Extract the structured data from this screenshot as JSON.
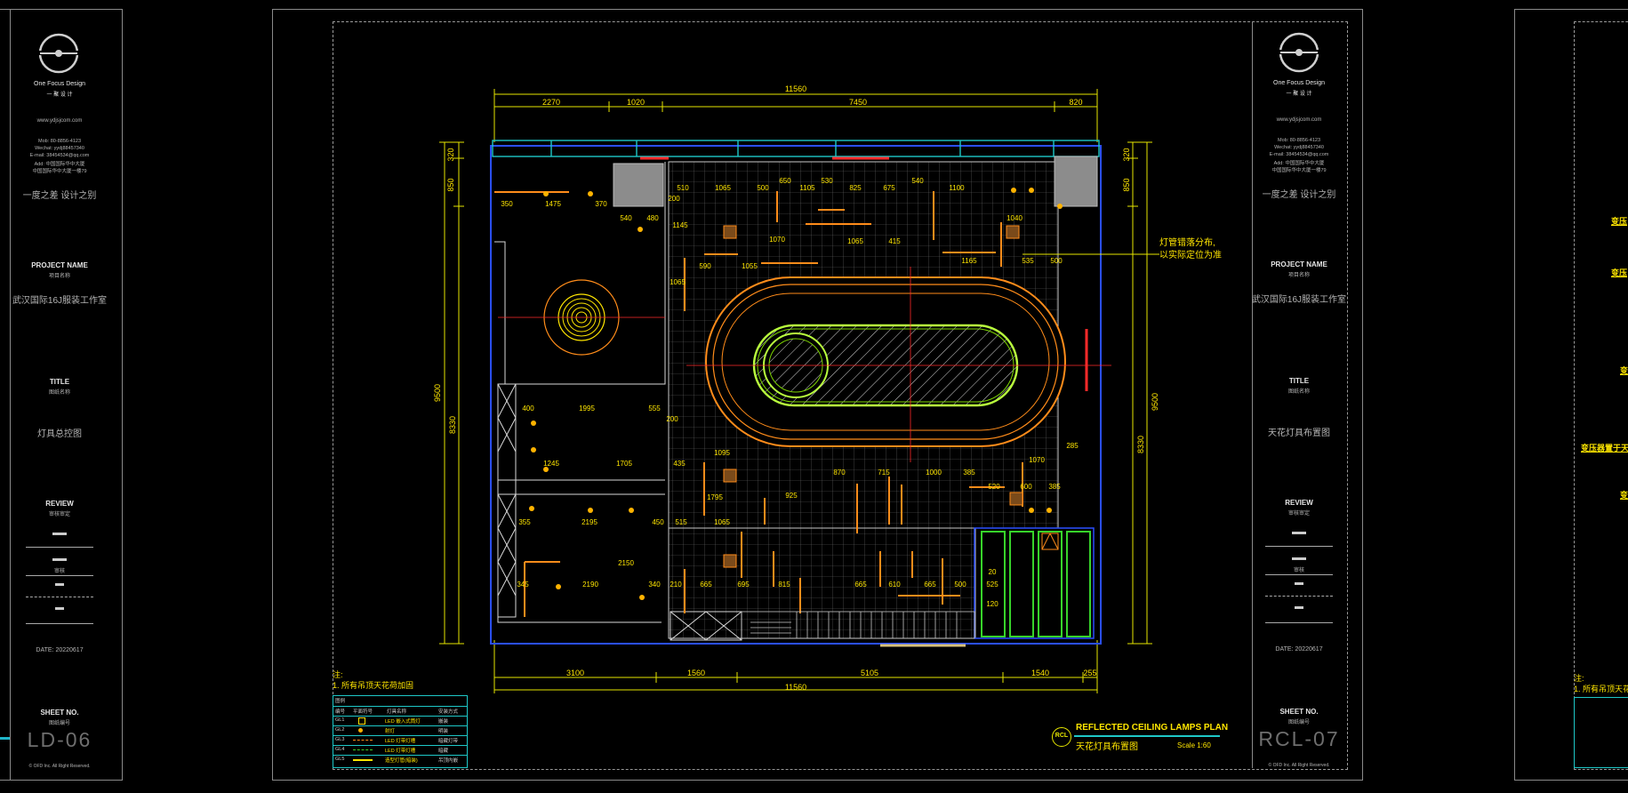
{
  "left_sheet": {
    "brand_en": "One Focus Design",
    "brand_cn": "一 聚 设 计",
    "website": "www.ydjsjcom.com",
    "contact_lines": [
      "Mob: 80-8856-4123",
      "Wechat: yydj88457340",
      "E-mail: 38454534@qq.com",
      "Add: 中国国际华中大厦",
      "中国国际华中大厦一楼79"
    ],
    "slogan": "一度之差  设计之别",
    "project_name_en": "PROJECT NAME",
    "project_name_cn": "项目名称",
    "project_value": "武汉国际16J服装工作室",
    "title_en": "TITLE",
    "title_cn": "图纸名称",
    "title_value": "灯具总控图",
    "review_en": "REVIEW",
    "review_cn": "审核审定",
    "review_mark": "审核",
    "date": "DATE:  20220617",
    "sheet_no_en": "SHEET NO.",
    "sheet_no_cn": "图纸编号",
    "sheet_no": "LD-06",
    "copyright": "© OFD Inc. All Right Reserved."
  },
  "main_sheet": {
    "brand_en": "One Focus Design",
    "brand_cn": "一 聚 设 计",
    "website": "www.ydjsjcom.com",
    "contact_lines": [
      "Mob: 80-8856-4123",
      "Wechat: yydj88457340",
      "E-mail: 38454534@qq.com",
      "Add: 中国国际华中大厦",
      "中国国际华中大厦一楼79"
    ],
    "slogan": "一度之差  设计之别",
    "project_name_en": "PROJECT NAME",
    "project_name_cn": "项目名称",
    "project_value": "武汉国际16J服装工作室",
    "title_en": "TITLE",
    "title_cn": "图纸名称",
    "title_value": "天花灯具布置图",
    "review_en": "REVIEW",
    "review_cn": "审核审定",
    "review_mark": "审核",
    "date": "DATE:  20220617",
    "sheet_no_en": "SHEET NO.",
    "sheet_no_cn": "图纸编号",
    "sheet_no": "RCL-07",
    "copyright": "© OFD Inc. All Right Reserved.",
    "note_title": "注:",
    "note_1": "1. 所有吊顶天花荷加固",
    "legend_title": "图例",
    "legend_header": [
      "编号",
      "平面符号",
      "灯具名称",
      "安装方式"
    ],
    "legend_rows": [
      [
        "GL1",
        "LED 嵌入式筒灯",
        "嵌装"
      ],
      [
        "GL2",
        "射灯",
        "明装"
      ],
      [
        "GL3",
        "LED 灯带灯槽",
        "暗藏灯带"
      ],
      [
        "GL4",
        "LED 灯带灯槽",
        "暗藏"
      ],
      [
        "GL5",
        "造型灯管(暗装)",
        "吊顶内嵌"
      ]
    ],
    "plan_title_en": "REFLECTED CEILING LAMPS PLAN",
    "plan_title_cn": "天花灯具布置图",
    "plan_scale": "Scale 1:60",
    "plan_badge": "RCL",
    "annotation": [
      "灯管错落分布,",
      "以实际定位为准"
    ],
    "dims_top_total": "11560",
    "dims_top": [
      "2270",
      "1020",
      "7450",
      "820"
    ],
    "dims_bottom": [
      "3100",
      "1560",
      "5105",
      "1540",
      "255"
    ],
    "dims_bottom_total": "11560",
    "dims_left": [
      "320",
      "850",
      "8330",
      "9500"
    ],
    "dims_right": [
      "320",
      "850",
      "8330",
      "9500"
    ],
    "inner_dims": [
      "510",
      "1065",
      "500",
      "650",
      "1105",
      "530",
      "825",
      "675",
      "540",
      "1100",
      "200",
      "350",
      "1475",
      "370",
      "540",
      "480",
      "1145",
      "1070",
      "1065",
      "415",
      "1040",
      "1165",
      "535",
      "500",
      "590",
      "1055",
      "1065",
      "400",
      "1995",
      "555",
      "200",
      "1245",
      "1705",
      "435",
      "1095",
      "870",
      "715",
      "1000",
      "385",
      "520",
      "600",
      "385",
      "285",
      "1070",
      "1795",
      "925",
      "355",
      "2195",
      "450",
      "515",
      "1065",
      "2150",
      "345",
      "2190",
      "340",
      "210",
      "665",
      "695",
      "815",
      "665",
      "610",
      "665",
      "500",
      "20",
      "525",
      "120"
    ]
  },
  "right_sheet": {
    "note_title": "注:",
    "note_1": "1. 所有吊顶天花",
    "side_labels": [
      "变压",
      "变压",
      "变",
      "变压器置于天",
      "变"
    ]
  }
}
